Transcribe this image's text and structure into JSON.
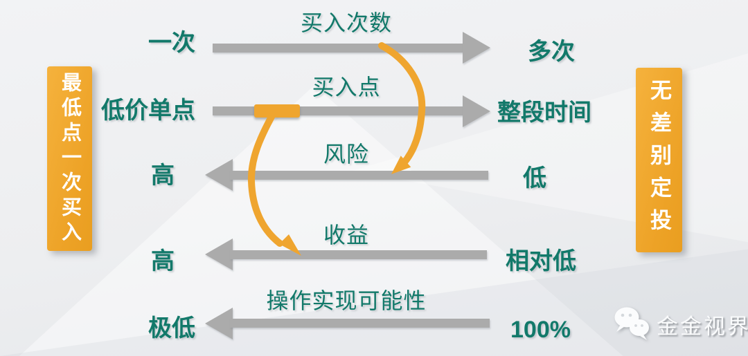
{
  "theme": {
    "teal_text": "#12796A",
    "arrow_gray": "#ABABAB",
    "orange_accent": "#EFA52F",
    "banner_gradient_start": "#F5B23D",
    "banner_gradient_end": "#E99E20",
    "banner_text_color": "#FFFFFF",
    "background": "#EDEEF0",
    "watermark_color": "#FAFBFC"
  },
  "banners": {
    "left": {
      "label": "最低点一次买入"
    },
    "right": {
      "label": "无差别定投"
    }
  },
  "rows": [
    {
      "title": "买入次数",
      "left_label": "一次",
      "right_label": "多次",
      "direction": "right"
    },
    {
      "title": "买入点",
      "left_label": "低价单点",
      "right_label": "整段时间",
      "direction": "right"
    },
    {
      "title": "风险",
      "left_label": "高",
      "right_label": "低",
      "direction": "left"
    },
    {
      "title": "收益",
      "left_label": "高",
      "right_label": "相对低",
      "direction": "left"
    },
    {
      "title": "操作实现可能性",
      "left_label": "极低",
      "right_label": "100%",
      "direction": "left"
    }
  ],
  "connectors": [
    {
      "from_row": "买入次数",
      "to_row": "风险",
      "style": "curved-orange-arrow"
    },
    {
      "from_row": "买入点",
      "to_row": "收益",
      "style": "curved-orange-arrow"
    }
  ],
  "watermark": {
    "label": "金金视界",
    "icon": "wechat-icon"
  }
}
